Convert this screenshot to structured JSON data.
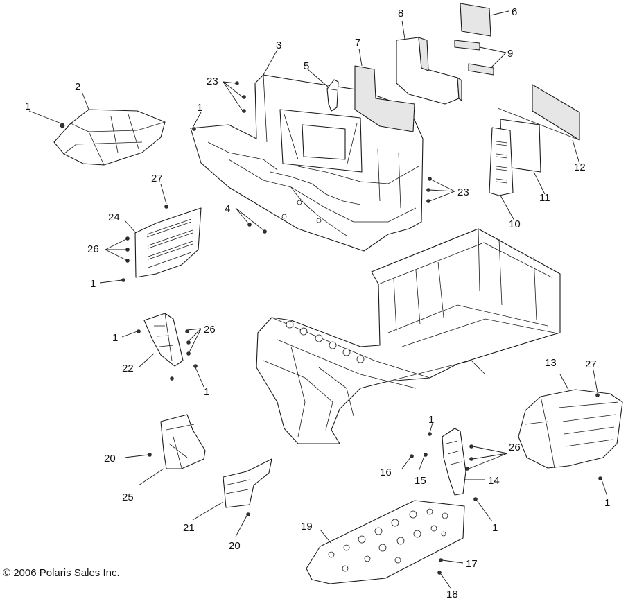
{
  "copyright": "© 2006 Polaris Sales Inc.",
  "callouts": {
    "c1": "1",
    "c2": "2",
    "c3": "3",
    "c4": "4",
    "c5": "5",
    "c6": "6",
    "c7": "7",
    "c8": "8",
    "c9": "9",
    "c10": "10",
    "c11": "11",
    "c12": "12",
    "c13": "13",
    "c14": "14",
    "c15": "15",
    "c16": "16",
    "c17": "17",
    "c18": "18",
    "c19": "19",
    "c20": "20",
    "c21": "21",
    "c22": "22",
    "c23": "23",
    "c24": "24",
    "c25": "25",
    "c26": "26",
    "c27": "27"
  }
}
